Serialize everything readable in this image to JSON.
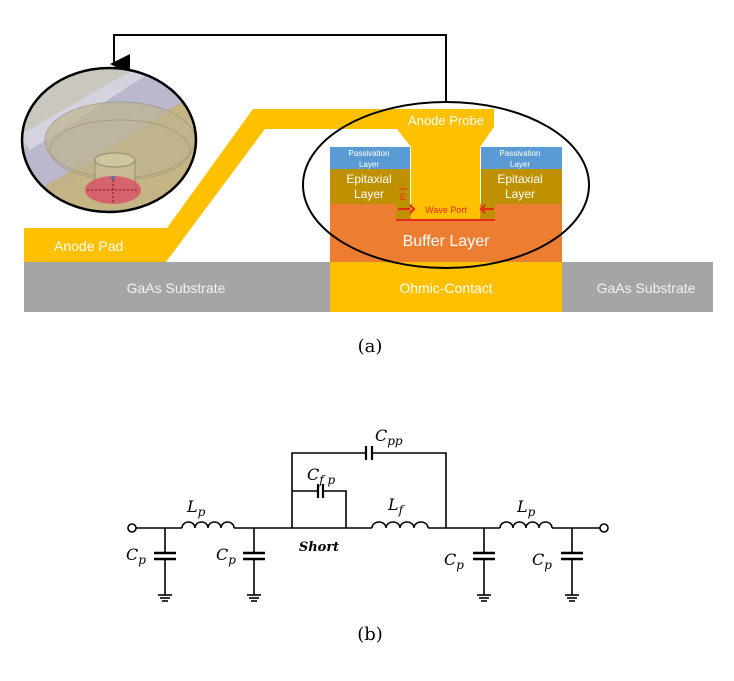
{
  "figure_a": {
    "caption": "(a)",
    "labels": {
      "anode_pad": "Anode Pad",
      "anode_probe": "Anode Probe",
      "substrate_left": "GaAs Substrate",
      "substrate_right": "GaAs Substrate",
      "ohmic_contact": "Ohmic-Contact",
      "buffer_layer": "Buffer Layer",
      "passivation_left_1": "Passivation",
      "passivation_left_2": "Layer",
      "passivation_right_1": "Passivation",
      "passivation_right_2": "Layer",
      "epitaxial_left_1": "Epitaxial",
      "epitaxial_left_2": "Layer",
      "epitaxial_right_1": "Epitaxial",
      "epitaxial_right_2": "Layer",
      "e_field": "E",
      "wave_port": "Wave Port"
    },
    "colors": {
      "gold": "#FFC000",
      "orange": "#ED7D31",
      "olive": "#BF9000",
      "blue": "#5B9BD5",
      "gray": "#A5A5A5",
      "red": "#E52A1A"
    }
  },
  "figure_b": {
    "caption": "(b)",
    "labels": {
      "cpp": "C",
      "cpp_sub": "pp",
      "cfp": "C",
      "cfp_sub": "f p",
      "lp_left": "L",
      "lp_left_sub": "p",
      "lf": "L",
      "lf_sub": "f",
      "lp_right": "L",
      "lp_right_sub": "p",
      "cp1": "C",
      "cp1_sub": "p",
      "cp2": "C",
      "cp2_sub": "p",
      "cp3": "C",
      "cp3_sub": "p",
      "cp4": "C",
      "cp4_sub": "p",
      "short": "Short"
    }
  }
}
